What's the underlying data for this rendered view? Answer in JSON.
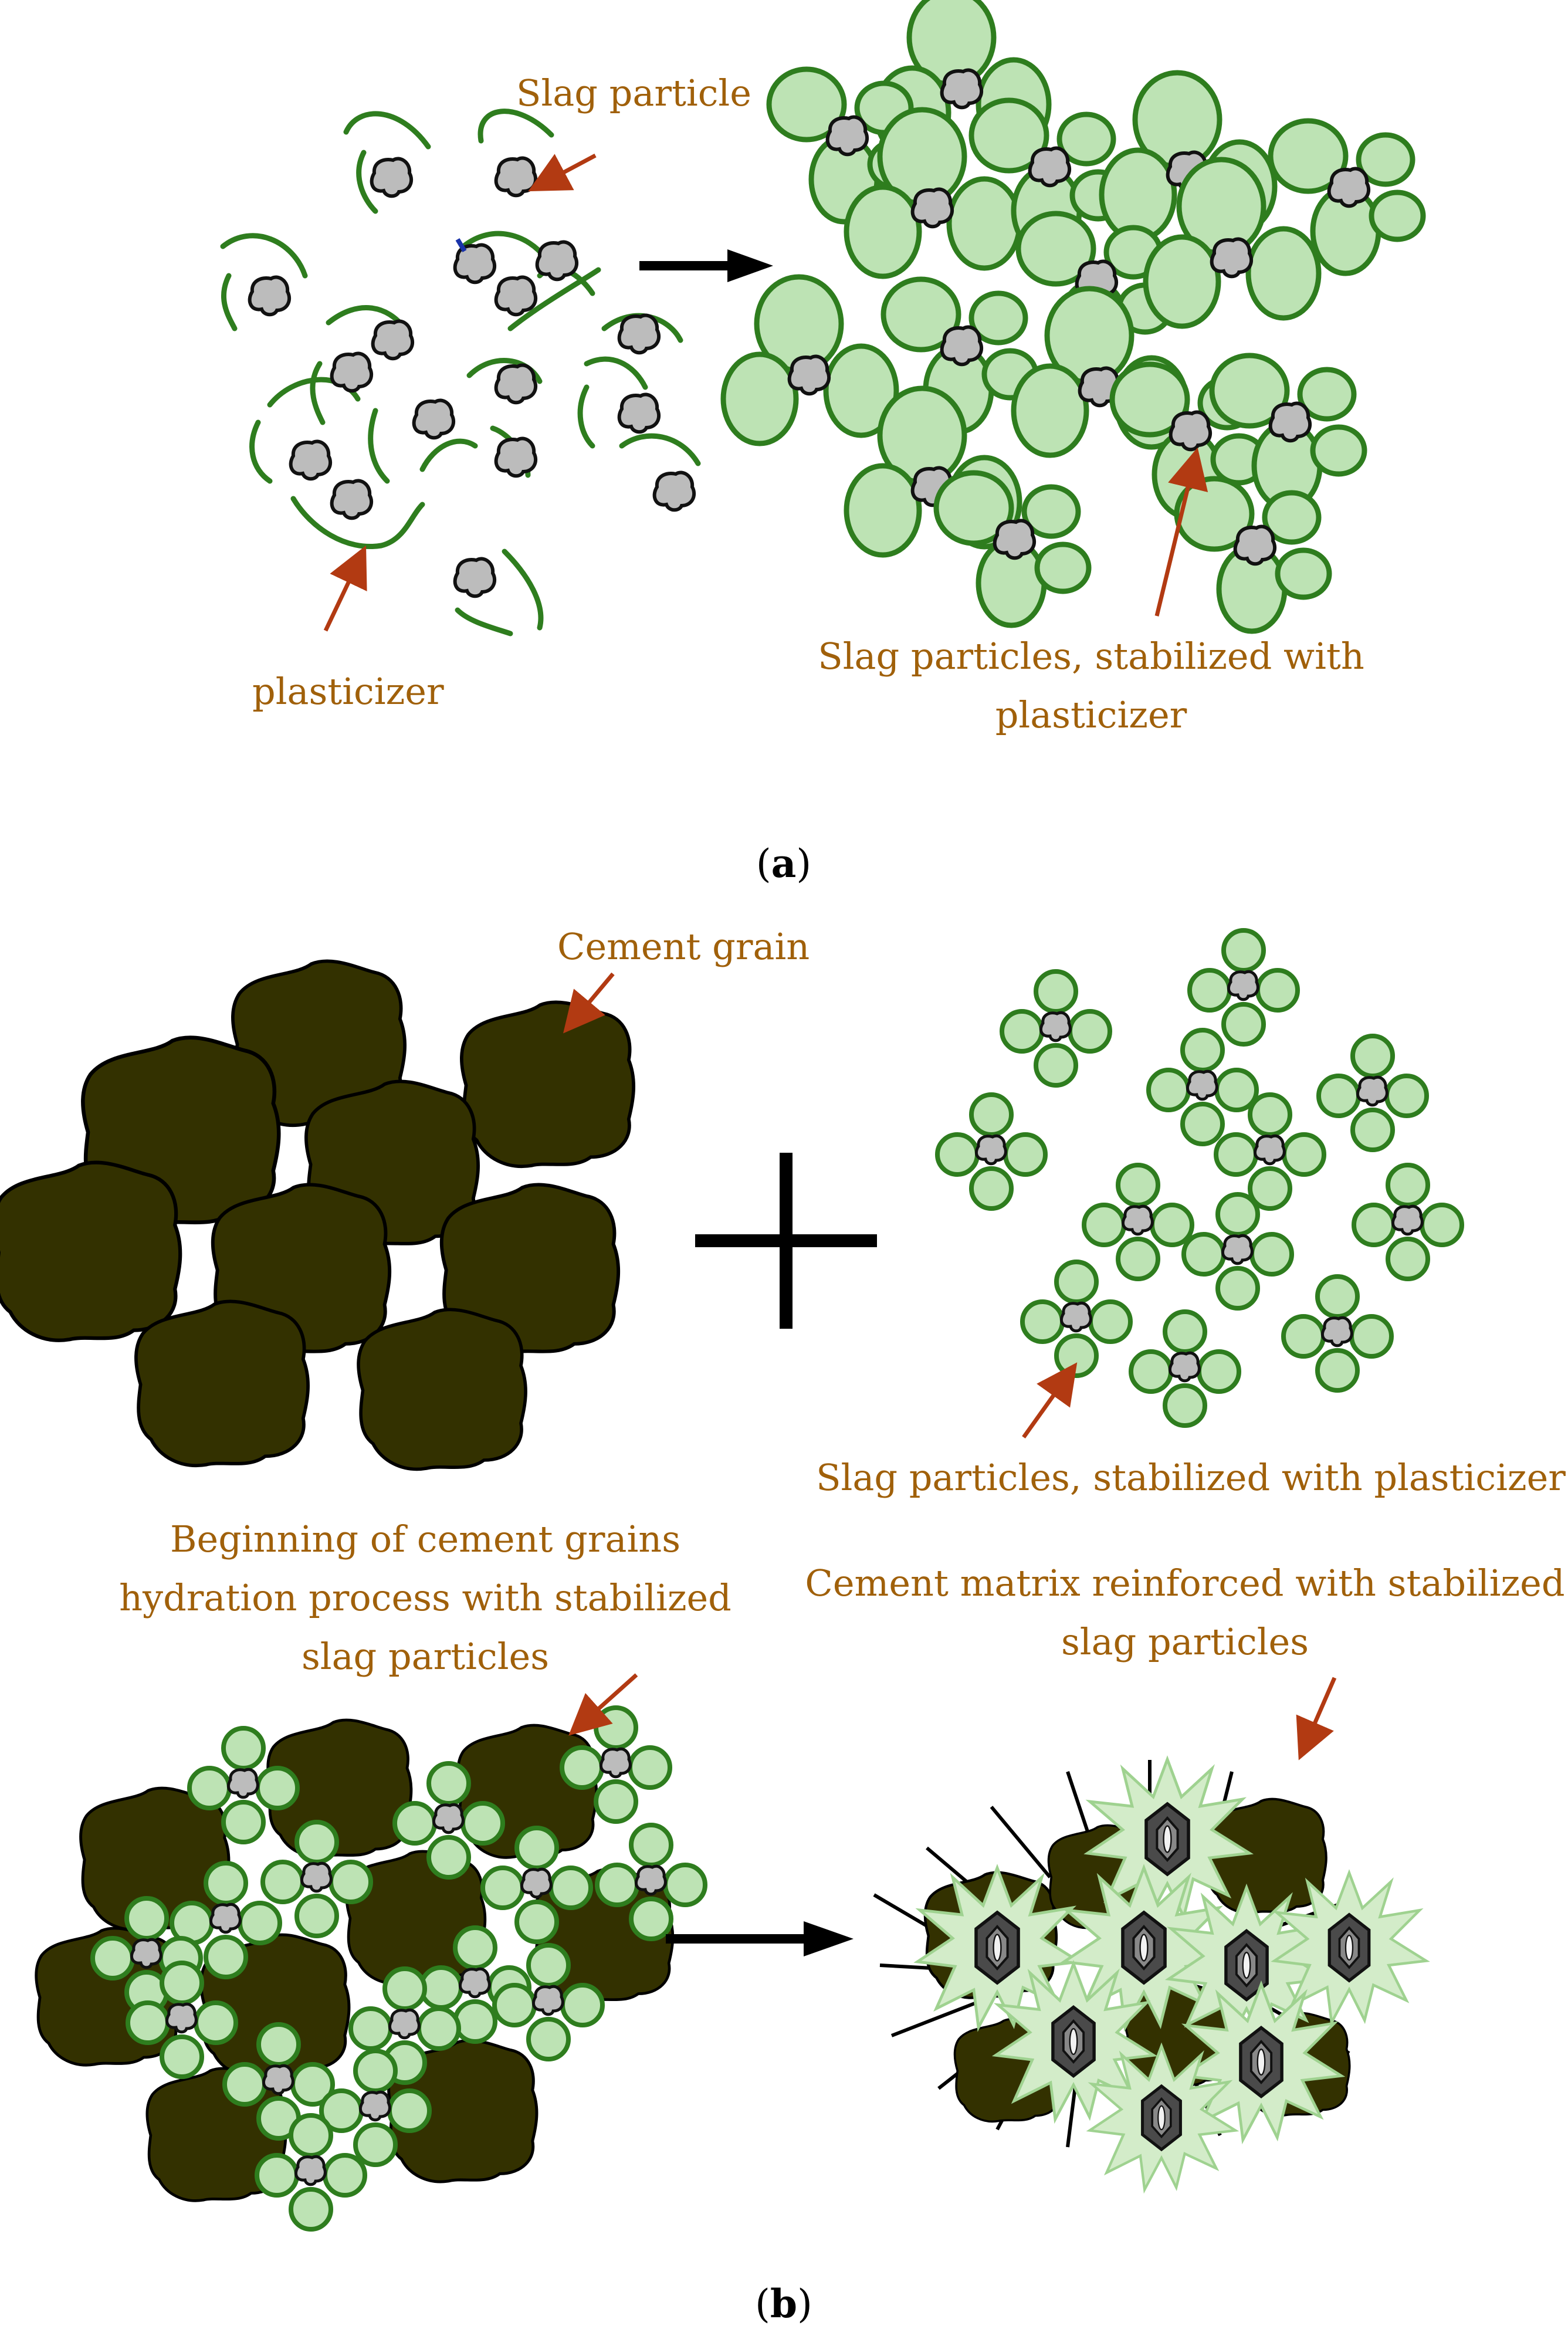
{
  "panel_a": {
    "label_slag_particle": "Slag particle",
    "label_plasticizer": "plasticizer",
    "label_stabilized_line1": "Slag particles, stabilized with",
    "label_stabilized_line2": "plasticizer",
    "caption_open": "(",
    "caption_letter": "a",
    "caption_close": ")"
  },
  "panel_b": {
    "label_cement_grain": "Cement grain",
    "label_stabilized": "Slag particles, stabilized with plasticizer",
    "label_beginning_line1": "Beginning of cement grains",
    "label_beginning_line2": "hydration process with stabilized",
    "label_beginning_line3": "slag particles",
    "label_matrix_line1": "Cement matrix reinforced with stabilized",
    "label_matrix_line2": "slag particles",
    "caption_open": "(",
    "caption_letter": "b",
    "caption_close": ")"
  },
  "colors": {
    "label_text": "#a0600a",
    "arrow_red": "#b23a12",
    "plasticizer_green": "#2e7d1e",
    "bubble_fill": "#bde3b4",
    "slag_grey": "#bcbcbc",
    "cement_dark": "#333100"
  }
}
